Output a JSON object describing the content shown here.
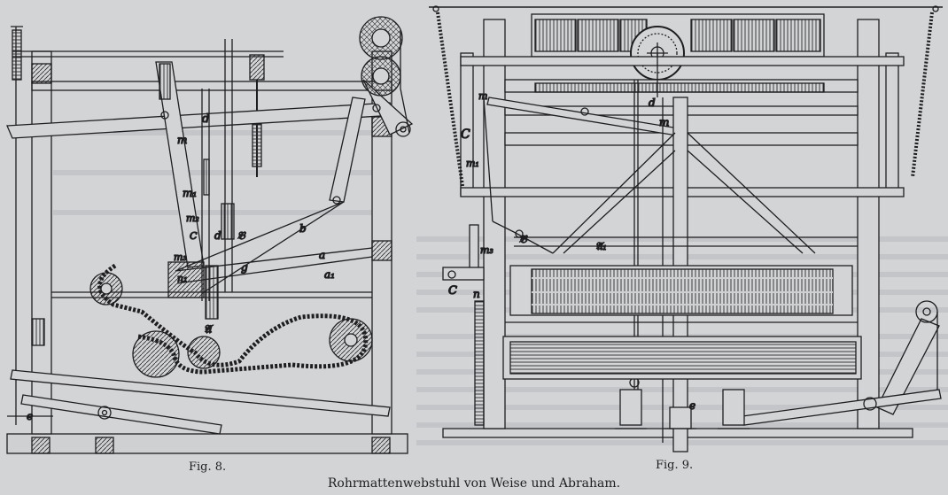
{
  "caption": "Rohrmattenwebstuhl von Weise und Abraham.",
  "figures": [
    {
      "id": "fig8",
      "label": "Fig. 8.",
      "part_letters": [
        "d",
        "m",
        "m₁",
        "m₂",
        "C",
        "m₃",
        "n₁",
        "d",
        "𝔅",
        "b",
        "a",
        "a₁",
        "g",
        "𝔄",
        "e"
      ]
    },
    {
      "id": "fig9",
      "label": "Fig. 9.",
      "part_letters": [
        "C",
        "m",
        "m₁",
        "d",
        "m",
        "𝔅",
        "𝔄₁",
        "m₃",
        "C",
        "n",
        "e"
      ]
    }
  ],
  "colors": {
    "paper": "#d3d4d6",
    "ink": "#1e1e20"
  }
}
